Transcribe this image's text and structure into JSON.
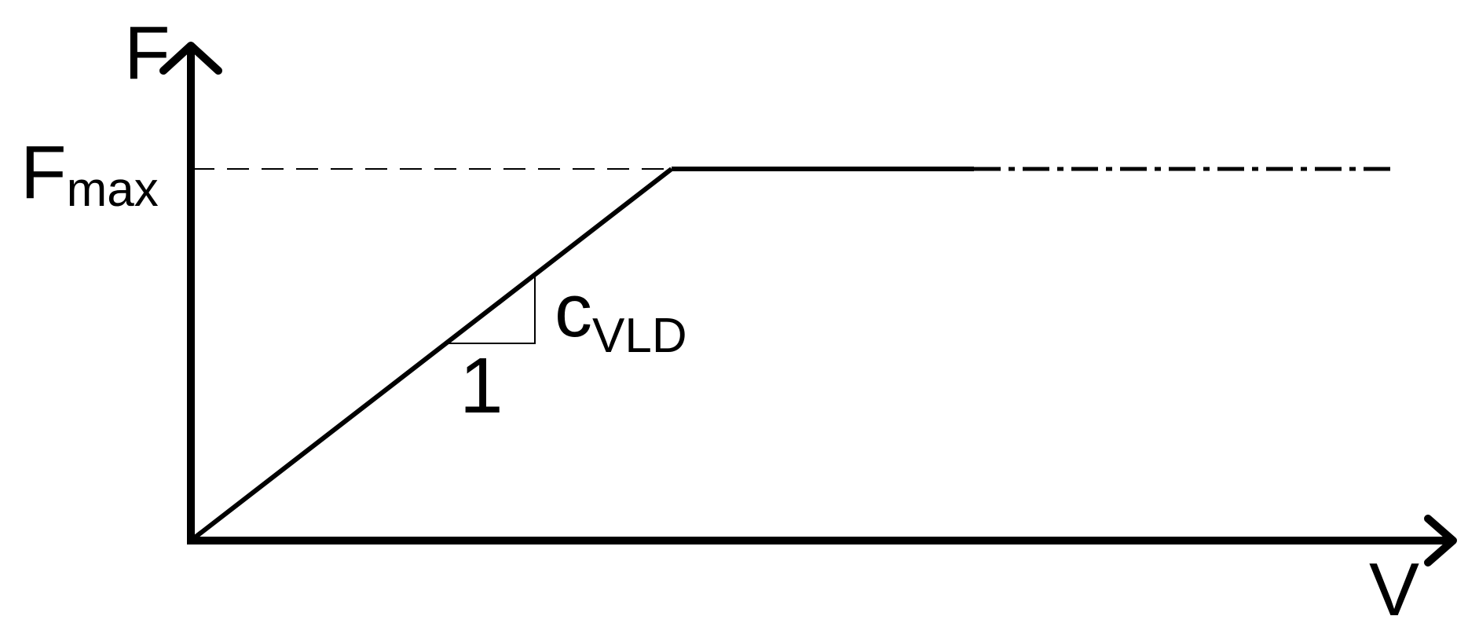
{
  "labels": {
    "y_axis": "F",
    "x_axis": "V",
    "fmax_main": "F",
    "fmax_sub": "max",
    "slope_main": "c",
    "slope_sub": "VLD",
    "run": "1"
  },
  "colors": {
    "ink": "#000000",
    "background": "#ffffff"
  }
}
